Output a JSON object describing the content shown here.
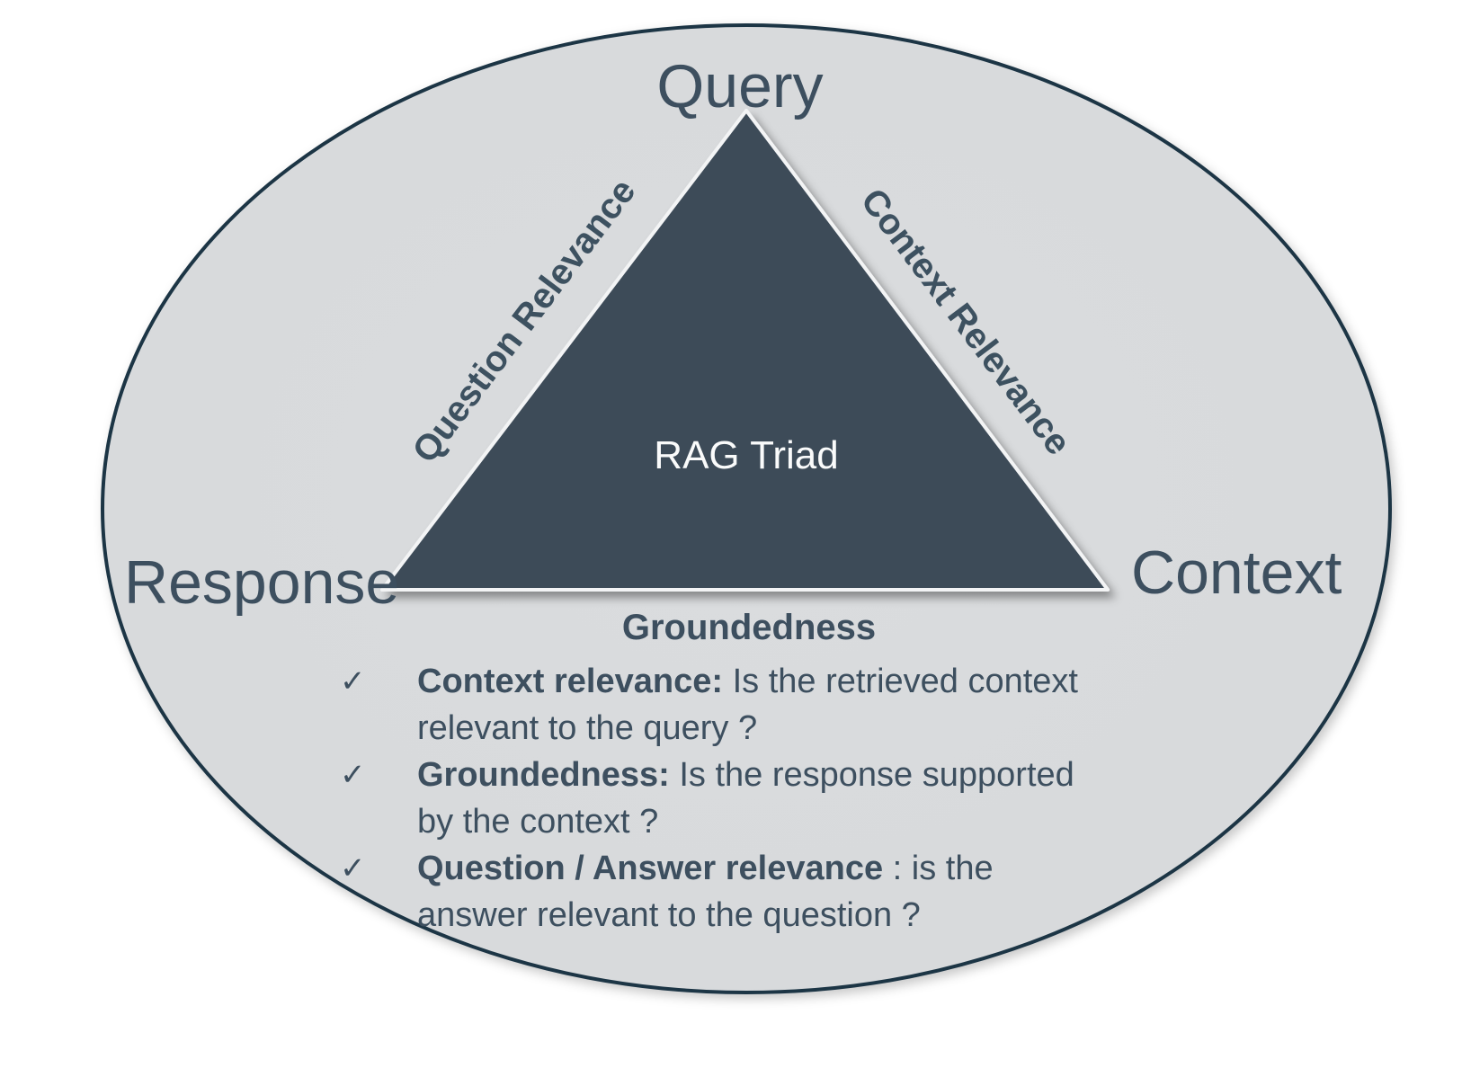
{
  "labels": {
    "query": "Query",
    "response": "Response",
    "context": "Context",
    "question_relevance": "Question Relevance",
    "context_relevance": "Context Relevance",
    "rag_triad": "RAG Triad",
    "groundedness": "Groundedness"
  },
  "checklist": [
    {
      "marker": "✓",
      "term": "Context relevance:",
      "line1": " Is the retrieved context",
      "line2": "relevant to the query ?"
    },
    {
      "marker": "✓",
      "term": "Groundedness:",
      "line1": " Is the response supported",
      "line2": "by the context ?"
    },
    {
      "marker": "✓",
      "term": "Question / Answer relevance",
      "line1": " : is the",
      "line2": "answer relevant to the question ?"
    }
  ],
  "colors": {
    "background": "#ffffff",
    "ellipse_fill": "#d8dadc",
    "ellipse_border": "#1d3444",
    "triangle_fill": "#3e4c59",
    "triangle_stroke": "#f3f4f5",
    "text": "#3d4f5f",
    "center_text": "#fafbfb"
  }
}
